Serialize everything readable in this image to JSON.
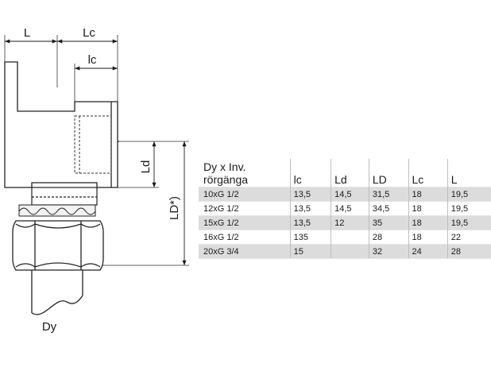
{
  "drawing": {
    "dim_labels": {
      "L": "L",
      "Lc": "Lc",
      "lc": "lc",
      "Ld": "Ld",
      "LD": "LD*)",
      "Dy": "Dy"
    }
  },
  "table": {
    "headers": [
      "Dy x Inv. rörgänga",
      "lc",
      "Ld",
      "LD",
      "Lc",
      "L"
    ],
    "rows": [
      [
        "10xG 1/2",
        "13,5",
        "14,5",
        "31,5",
        "18",
        "19,5"
      ],
      [
        "12xG 1/2",
        "13,5",
        "14,5",
        "34,5",
        "18",
        "19,5"
      ],
      [
        "15xG 1/2",
        "13,5",
        "12",
        "35",
        "18",
        "19,5"
      ],
      [
        "16xG 1/2",
        "135",
        "",
        "28",
        "18",
        "22"
      ],
      [
        "20xG 3/4",
        "15",
        "",
        "32",
        "24",
        "28"
      ]
    ]
  }
}
